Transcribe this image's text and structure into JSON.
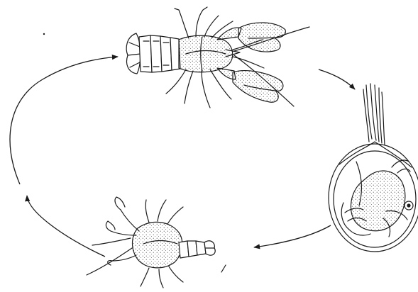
{
  "figure": {
    "kind": "life-cycle-diagram",
    "stages": [
      {
        "id": "adult",
        "icon": "adult-crayfish-icon"
      },
      {
        "id": "egg",
        "icon": "egg-with-embryo-icon"
      },
      {
        "id": "juvenile",
        "icon": "juvenile-crayfish-icon"
      }
    ],
    "arrows": [
      {
        "from": "adult",
        "to": "egg"
      },
      {
        "from": "egg",
        "to": "juvenile"
      },
      {
        "from": "juvenile",
        "to": "adult"
      }
    ],
    "colors": {
      "ink": "#1a1a1a",
      "background": "#ffffff"
    }
  }
}
